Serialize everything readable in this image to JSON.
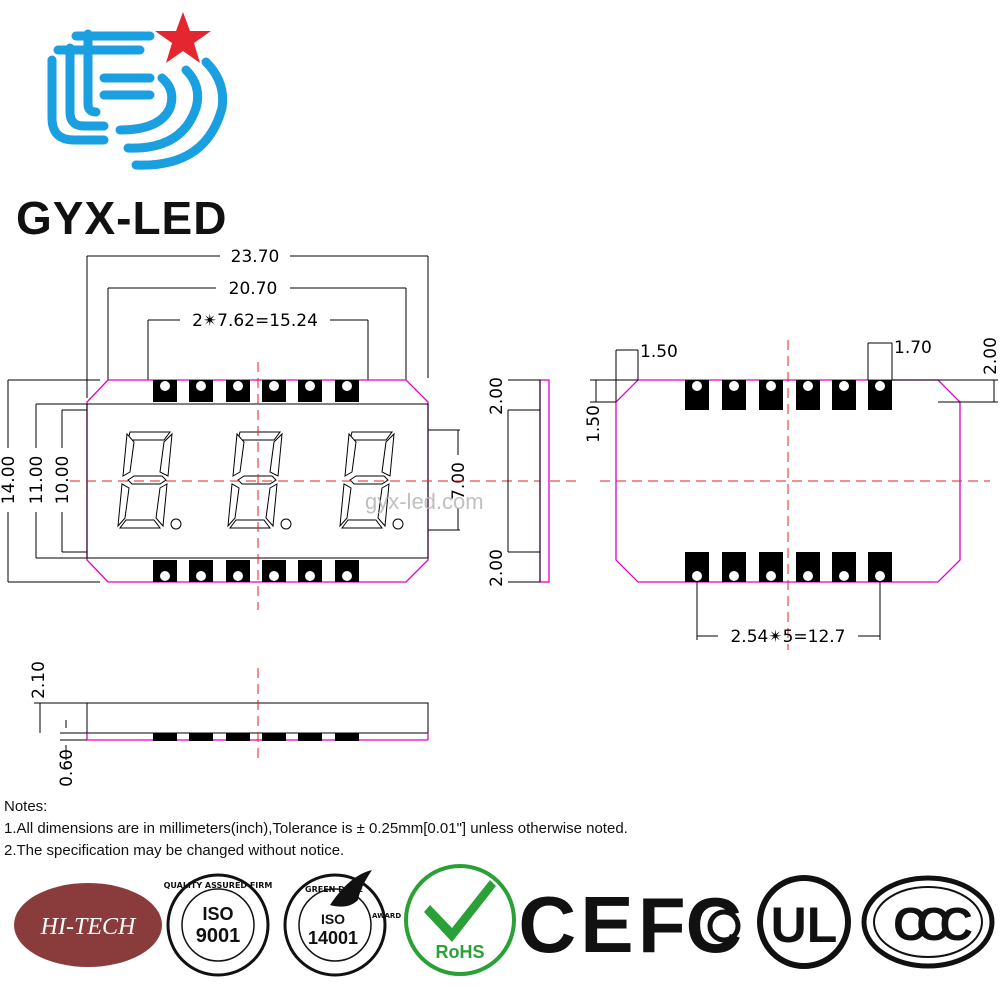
{
  "brand": {
    "name": "GYX-LED",
    "colors": {
      "logo_blue": "#1a9fe0",
      "star_red": "#e3262f",
      "outline_magenta": "#e000c8",
      "centerline_red": "#e32020"
    }
  },
  "front_view": {
    "dim_width_overall": "23.70",
    "dim_width_inner": "20.70",
    "dim_pitch": "2✴7.62=15.24",
    "dim_height_overall": "14.00",
    "dim_height_inner": "11.00",
    "dim_height_window": "10.00",
    "dim_digit_height": "7.00",
    "watermark": "gyx-led.com",
    "digits": [
      "8.",
      "8.",
      "8."
    ]
  },
  "side_view": {
    "dim_top": "2.00",
    "dim_bottom": "2.00"
  },
  "bottom_view": {
    "dim_corner_w": "1.50",
    "dim_corner_h": "1.50",
    "dim_pad_w": "1.70",
    "dim_pad_h": "2.00",
    "dim_pad_pitch": "2.54✴5=12.7"
  },
  "profile_view": {
    "dim_thickness": "2.10",
    "dim_standoff": "0.60"
  },
  "notes": {
    "heading": "Notes:",
    "line1": "1.All dimensions are in millimeters(inch),Tolerance is ± 0.25mm[0.01\"] unless otherwise noted.",
    "line2": "2.The specification may be changed without notice."
  },
  "certifications": {
    "hitech": "HI-TECH",
    "iso9001_top": "QUALITY ASSURED FIRM",
    "iso9001_a": "ISO",
    "iso9001_b": "9001",
    "iso14001_top": "GREEN DOVE",
    "iso14001_side": "AWARD",
    "iso14001_a": "ISO",
    "iso14001_b": "14001",
    "rohs": "RoHS",
    "ce": "CE",
    "fcc": "FC",
    "ul": "UL",
    "ccc": "CCC"
  }
}
